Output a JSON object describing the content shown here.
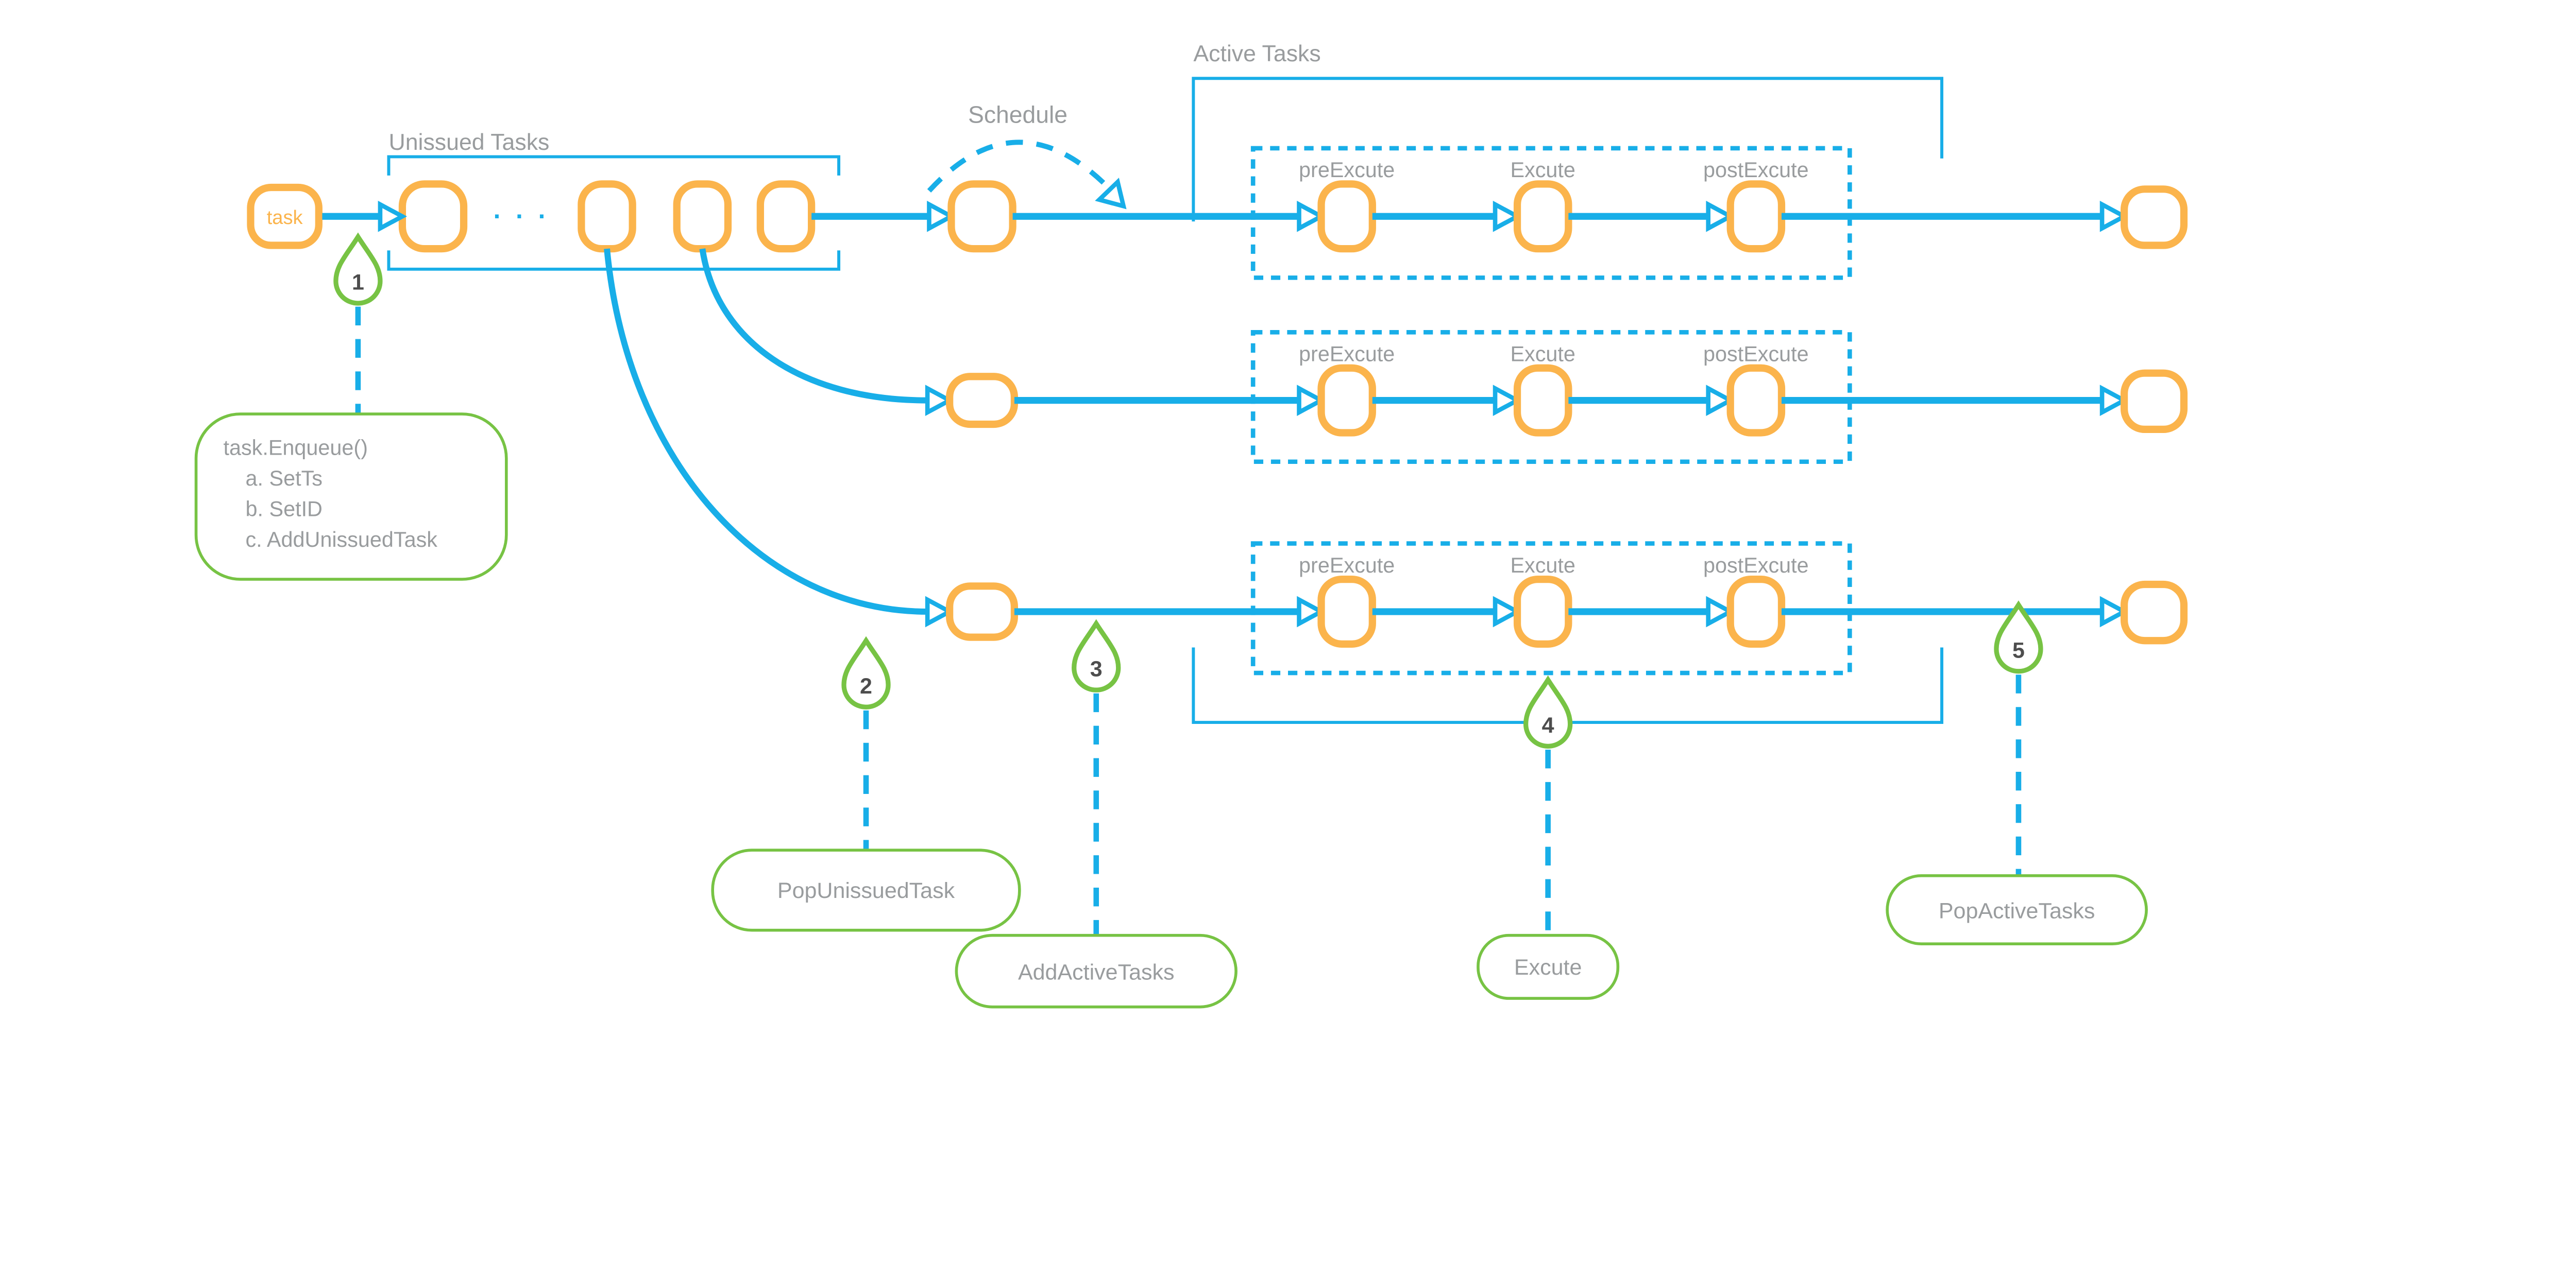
{
  "diagram": {
    "start_node_label": "task",
    "ellipsis": "· · ·",
    "queues": {
      "unissued": "Unissued Tasks",
      "active": "Active Tasks"
    },
    "schedule_label": "Schedule",
    "stage_labels": {
      "pre": "preExcute",
      "exec": "Excute",
      "post": "postExcute"
    },
    "steps": [
      {
        "number": "1",
        "lines": [
          "task.Enqueue()",
          "a. SetTs",
          "b. SetID",
          "c. AddUnissuedTask"
        ]
      },
      {
        "number": "2",
        "label": "PopUnissuedTask"
      },
      {
        "number": "3",
        "label": "AddActiveTasks"
      },
      {
        "number": "4",
        "label": "Excute"
      },
      {
        "number": "5",
        "label": "PopActiveTasks"
      }
    ],
    "colors": {
      "blue": "#18AEE8",
      "orange": "#FBB44C",
      "green": "#77C344",
      "label_gray": "#999C9E",
      "number_gray": "#4D4D4D"
    }
  }
}
